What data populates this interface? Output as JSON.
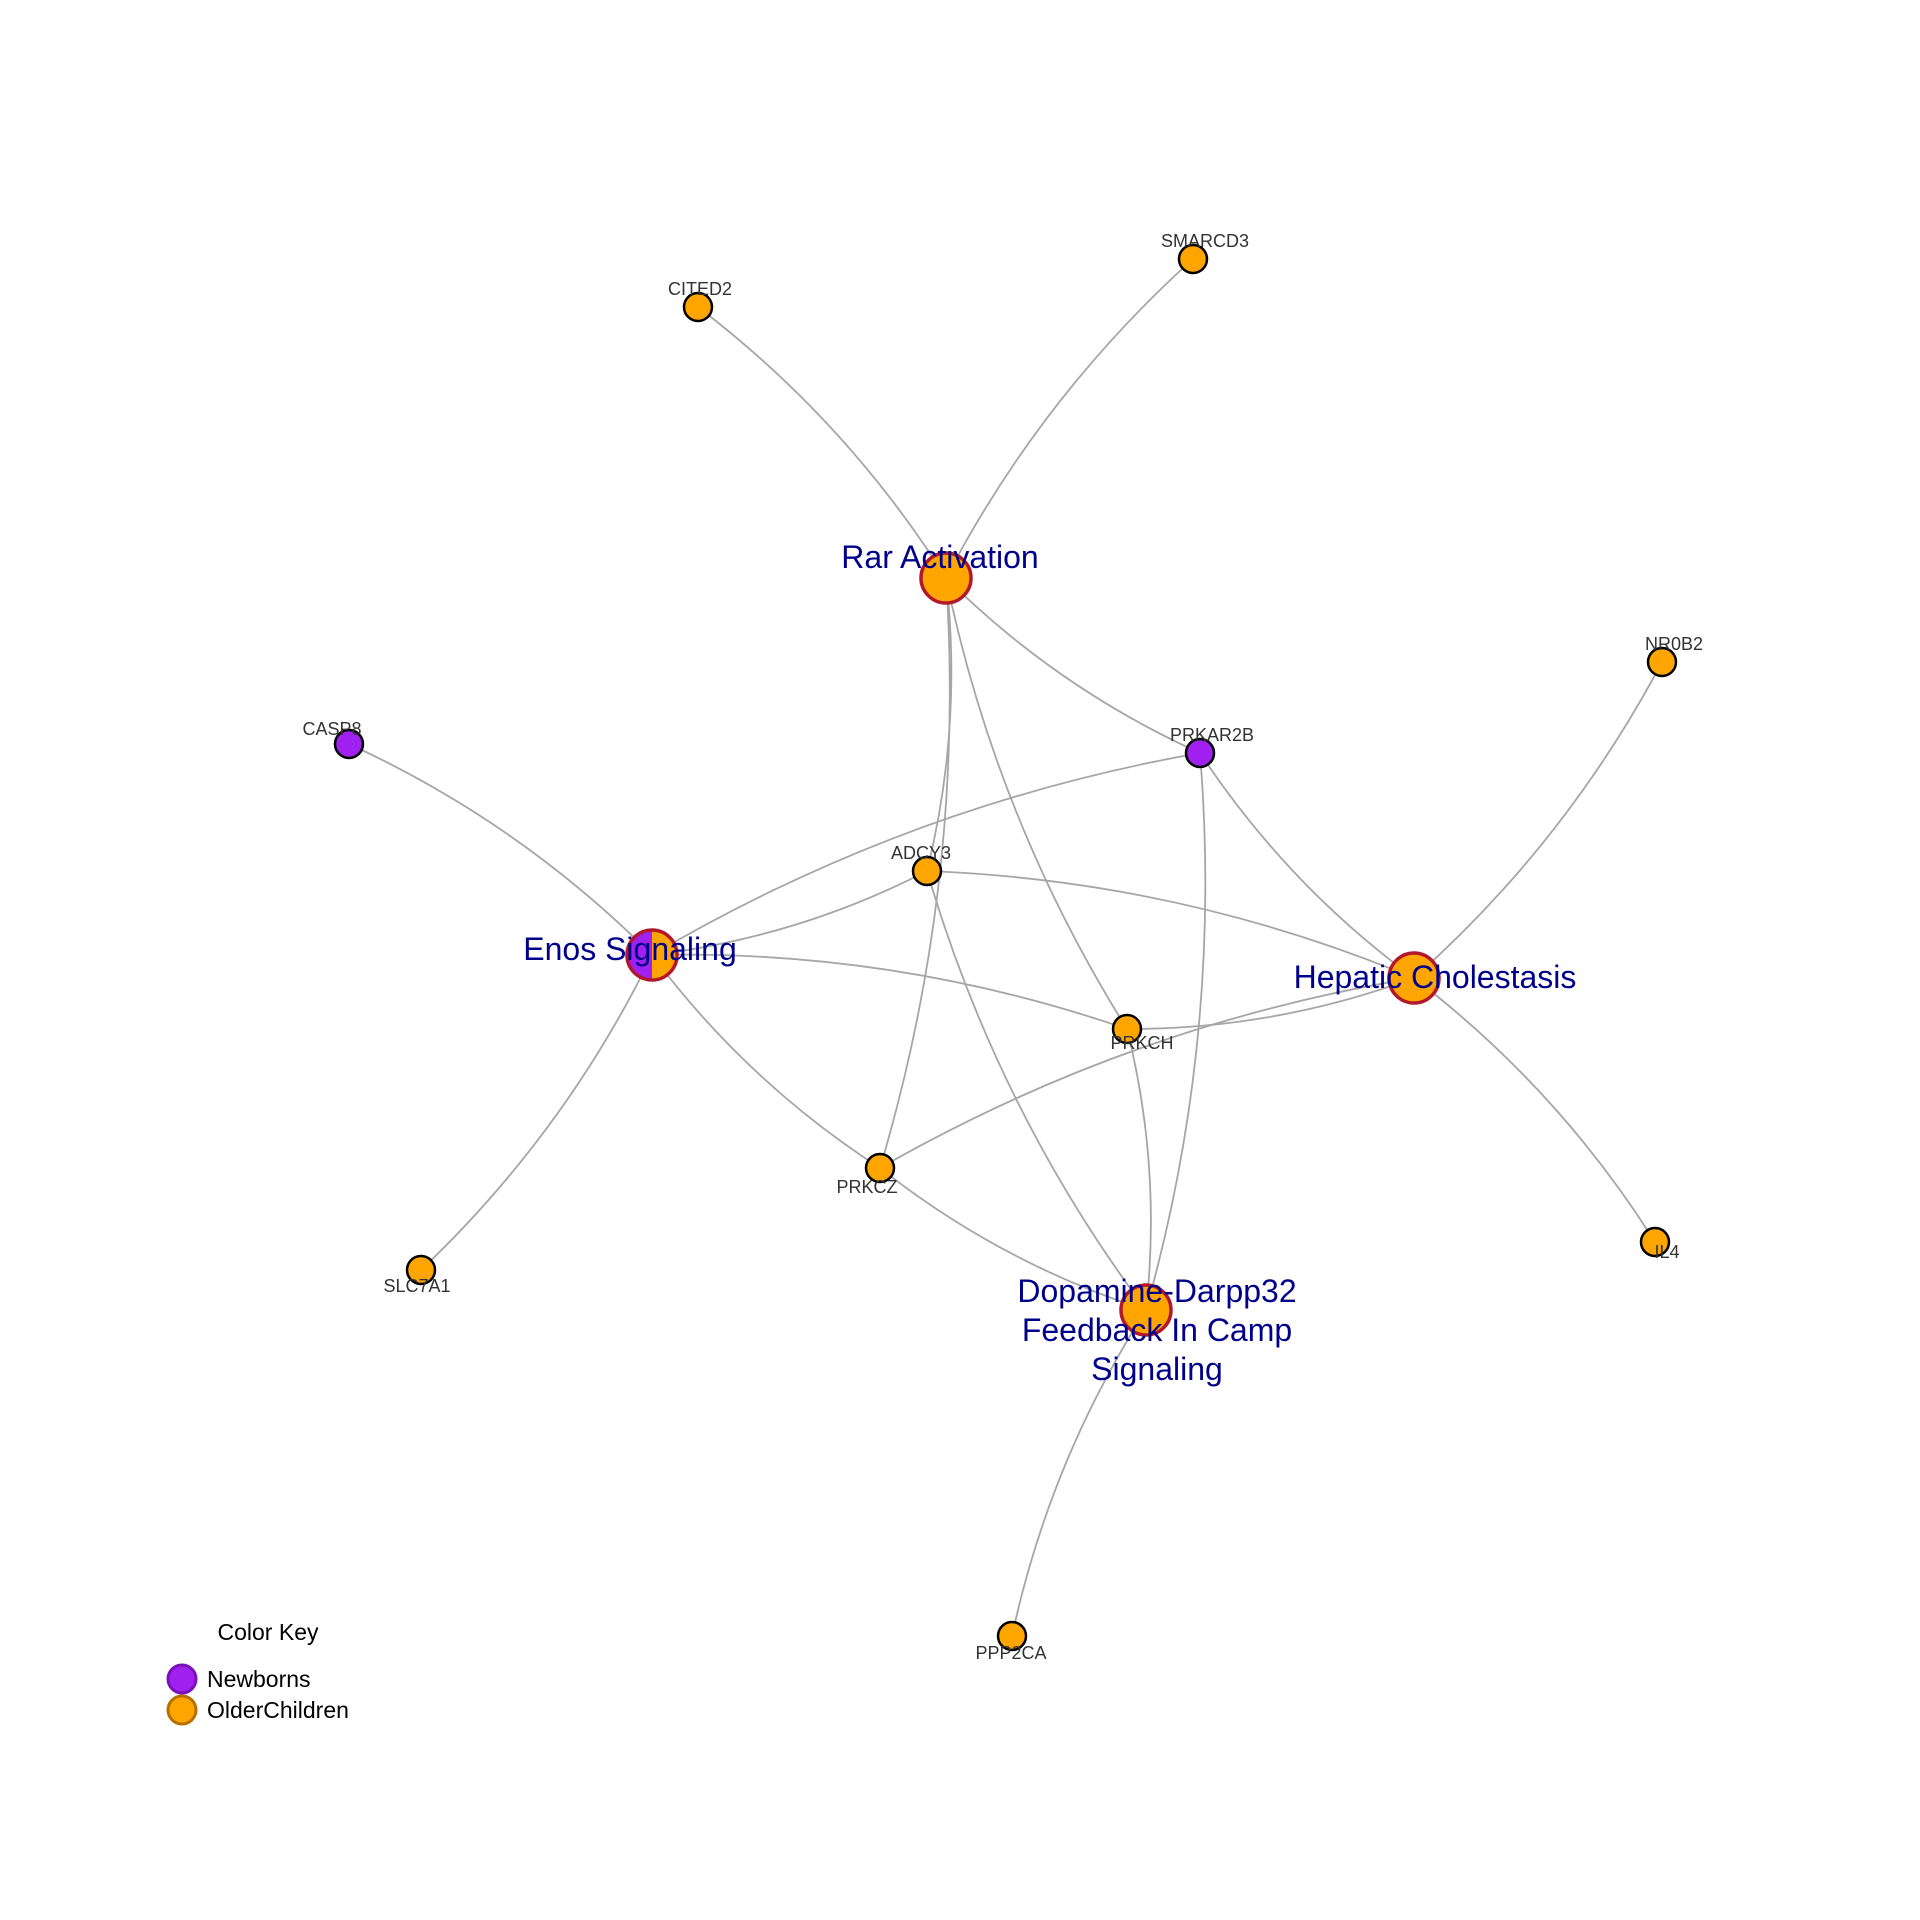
{
  "colors": {
    "newborns": "#a020f0",
    "older_children": "#ffa500",
    "pathway_border": "#b2182b",
    "gene_border": "#000000",
    "edge": "#a6a6a6",
    "pathway_text": "#00008b"
  },
  "pathways": [
    {
      "id": "rar",
      "lines": [
        "Rar Activation"
      ],
      "groups": [
        "older_children"
      ]
    },
    {
      "id": "enos",
      "lines": [
        "Enos Signaling"
      ],
      "groups": [
        "newborns",
        "older_children"
      ]
    },
    {
      "id": "hepatic",
      "lines": [
        "Hepatic Cholestasis"
      ],
      "groups": [
        "older_children"
      ]
    },
    {
      "id": "dopamine",
      "lines": [
        "Dopamine-Darpp32",
        "Feedback In Camp",
        "Signaling"
      ],
      "groups": [
        "older_children"
      ]
    }
  ],
  "genes": [
    {
      "id": "CITED2",
      "label": "CITED2",
      "group": "older_children"
    },
    {
      "id": "SMARCD3",
      "label": "SMARCD3",
      "group": "older_children"
    },
    {
      "id": "NR0B2",
      "label": "NR0B2",
      "group": "older_children"
    },
    {
      "id": "CASP8",
      "label": "CASP8",
      "group": "newborns"
    },
    {
      "id": "PRKAR2B",
      "label": "PRKAR2B",
      "group": "newborns"
    },
    {
      "id": "ADCY3",
      "label": "ADCY3",
      "group": "older_children"
    },
    {
      "id": "PRKCH",
      "label": "PRKCH",
      "group": "older_children"
    },
    {
      "id": "PRKCZ",
      "label": "PRKCZ",
      "group": "older_children"
    },
    {
      "id": "SLC7A1",
      "label": "SLC7A1",
      "group": "older_children"
    },
    {
      "id": "IL4",
      "label": "IL4",
      "group": "older_children"
    },
    {
      "id": "PPP2CA",
      "label": "PPP2CA",
      "group": "older_children"
    }
  ],
  "edges": [
    [
      "rar",
      "CITED2"
    ],
    [
      "rar",
      "SMARCD3"
    ],
    [
      "rar",
      "PRKAR2B"
    ],
    [
      "rar",
      "ADCY3"
    ],
    [
      "rar",
      "PRKCH"
    ],
    [
      "rar",
      "PRKCZ"
    ],
    [
      "enos",
      "CASP8"
    ],
    [
      "enos",
      "PRKAR2B"
    ],
    [
      "enos",
      "ADCY3"
    ],
    [
      "enos",
      "PRKCH"
    ],
    [
      "enos",
      "PRKCZ"
    ],
    [
      "enos",
      "SLC7A1"
    ],
    [
      "hepatic",
      "NR0B2"
    ],
    [
      "hepatic",
      "PRKAR2B"
    ],
    [
      "hepatic",
      "ADCY3"
    ],
    [
      "hepatic",
      "PRKCH"
    ],
    [
      "hepatic",
      "PRKCZ"
    ],
    [
      "hepatic",
      "IL4"
    ],
    [
      "dopamine",
      "PRKAR2B"
    ],
    [
      "dopamine",
      "ADCY3"
    ],
    [
      "dopamine",
      "PRKCH"
    ],
    [
      "dopamine",
      "PRKCZ"
    ],
    [
      "dopamine",
      "PPP2CA"
    ]
  ],
  "legend": {
    "title": "Color Key",
    "items": [
      {
        "key": "newborns",
        "label": "Newborns"
      },
      {
        "key": "older_children",
        "label": "OlderChildren"
      }
    ]
  }
}
